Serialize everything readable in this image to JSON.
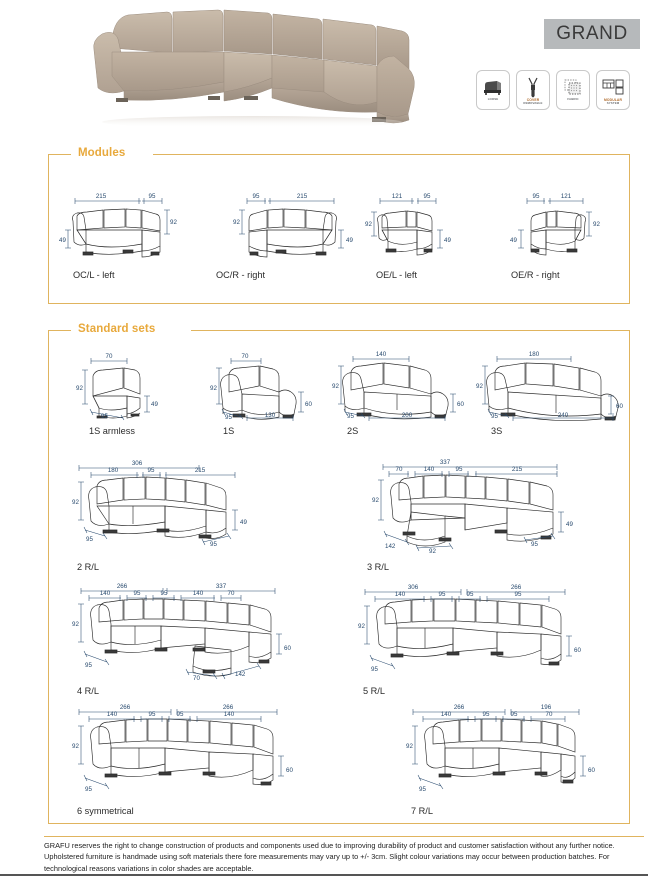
{
  "header": {
    "title": "GRAND",
    "title_bg": "#b6b9bb",
    "title_color": "#3a3a3a",
    "product_image_alt": "beige corner sectional sofa"
  },
  "feature_icons": [
    {
      "name": "loose-cover-icon",
      "caption": "LOOSE",
      "caption_top": ""
    },
    {
      "name": "cover-removable-icon",
      "caption": "REMOVABLE",
      "caption_top": "COVER"
    },
    {
      "name": "fabric-icon",
      "caption": "FABRIC",
      "caption_top": ""
    },
    {
      "name": "modular-system-icon",
      "caption": "SYSTEM",
      "caption_top": "MODULAR"
    }
  ],
  "sections": [
    {
      "id": "modules",
      "title": "Modules"
    },
    {
      "id": "standard-sets",
      "title": "Standard sets"
    }
  ],
  "accent_color": "#e8a93c",
  "frame_color": "#e0b45e",
  "modules": [
    {
      "label": "OC/L - left",
      "dims": {
        "top_left": "215",
        "top_right": "95",
        "height": "92",
        "side": "49"
      }
    },
    {
      "label": "OC/R - right",
      "dims": {
        "top_left": "95",
        "top_right": "215",
        "height": "92",
        "side": "49"
      }
    },
    {
      "label": "OE/L - left",
      "dims": {
        "top_left": "121",
        "top_right": "95",
        "height": "92",
        "side": "49"
      }
    },
    {
      "label": "OE/R - right",
      "dims": {
        "top_left": "95",
        "top_right": "121",
        "height": "92",
        "side": "49"
      }
    }
  ],
  "standard_sets": [
    {
      "label": "1S armless",
      "dims": {
        "width": "70",
        "height": "92",
        "seat": "49",
        "depth": "95"
      }
    },
    {
      "label": "1S",
      "dims": {
        "width": "70",
        "height": "92",
        "seat": "60",
        "depth": "95",
        "length": "130"
      }
    },
    {
      "label": "2S",
      "dims": {
        "width": "140",
        "height": "92",
        "seat": "60",
        "depth": "95",
        "length": "200"
      }
    },
    {
      "label": "3S",
      "dims": {
        "width": "180",
        "height": "92",
        "seat": "60",
        "depth": "95",
        "length": "240"
      }
    },
    {
      "label": "2 R/L",
      "dims": {
        "total": "306",
        "seg1": "180",
        "seg2": "95",
        "seg3": "215",
        "height": "92",
        "seat": "49",
        "depth_left": "95",
        "depth_right": "95"
      }
    },
    {
      "label": "3 R/L",
      "dims": {
        "total": "337",
        "seg1": "70",
        "seg2": "140",
        "seg3": "95",
        "seg4": "215",
        "height": "92",
        "seat": "49",
        "depth_left": "142",
        "depth_mid": "92",
        "depth_right": "95"
      }
    },
    {
      "label": "4 R/L",
      "dims": {
        "total_left": "266",
        "total_right": "337",
        "seg1": "140",
        "seg2": "95",
        "seg3": "95",
        "seg4": "140",
        "seg5": "70",
        "height": "92",
        "seat": "60",
        "depth_left": "95",
        "depth_front": "70",
        "depth_right": "142"
      }
    },
    {
      "label": "5 R/L",
      "dims": {
        "total_left": "306",
        "total_right": "266",
        "seg1": "140",
        "seg2": "95",
        "seg3": "95",
        "seg4": "95",
        "height": "92",
        "seat": "60",
        "depth_left": "95"
      }
    },
    {
      "label": "6 symmetrical",
      "dims": {
        "total_left": "266",
        "total_right": "266",
        "seg1": "140",
        "seg2": "95",
        "seg3": "95",
        "seg4": "140",
        "height": "92",
        "seat": "60",
        "depth_left": "95"
      }
    },
    {
      "label": "7 R/L",
      "dims": {
        "total_left": "266",
        "total_right": "196",
        "seg1": "140",
        "seg2": "95",
        "seg3": "95",
        "seg4": "70",
        "height": "92",
        "seat": "60",
        "depth_left": "95"
      }
    }
  ],
  "footer": {
    "disclaimer": "GRAFU reserves the right to change construction of products and components used due to improving durability of product and customer satisfaction without any further notice. Upholstered furniture is handmade using soft materials there fore measurements may vary up to +/- 3cm. Slight colour variations may occur between production batches. For technological reasons variations in color shades are acceptable."
  }
}
